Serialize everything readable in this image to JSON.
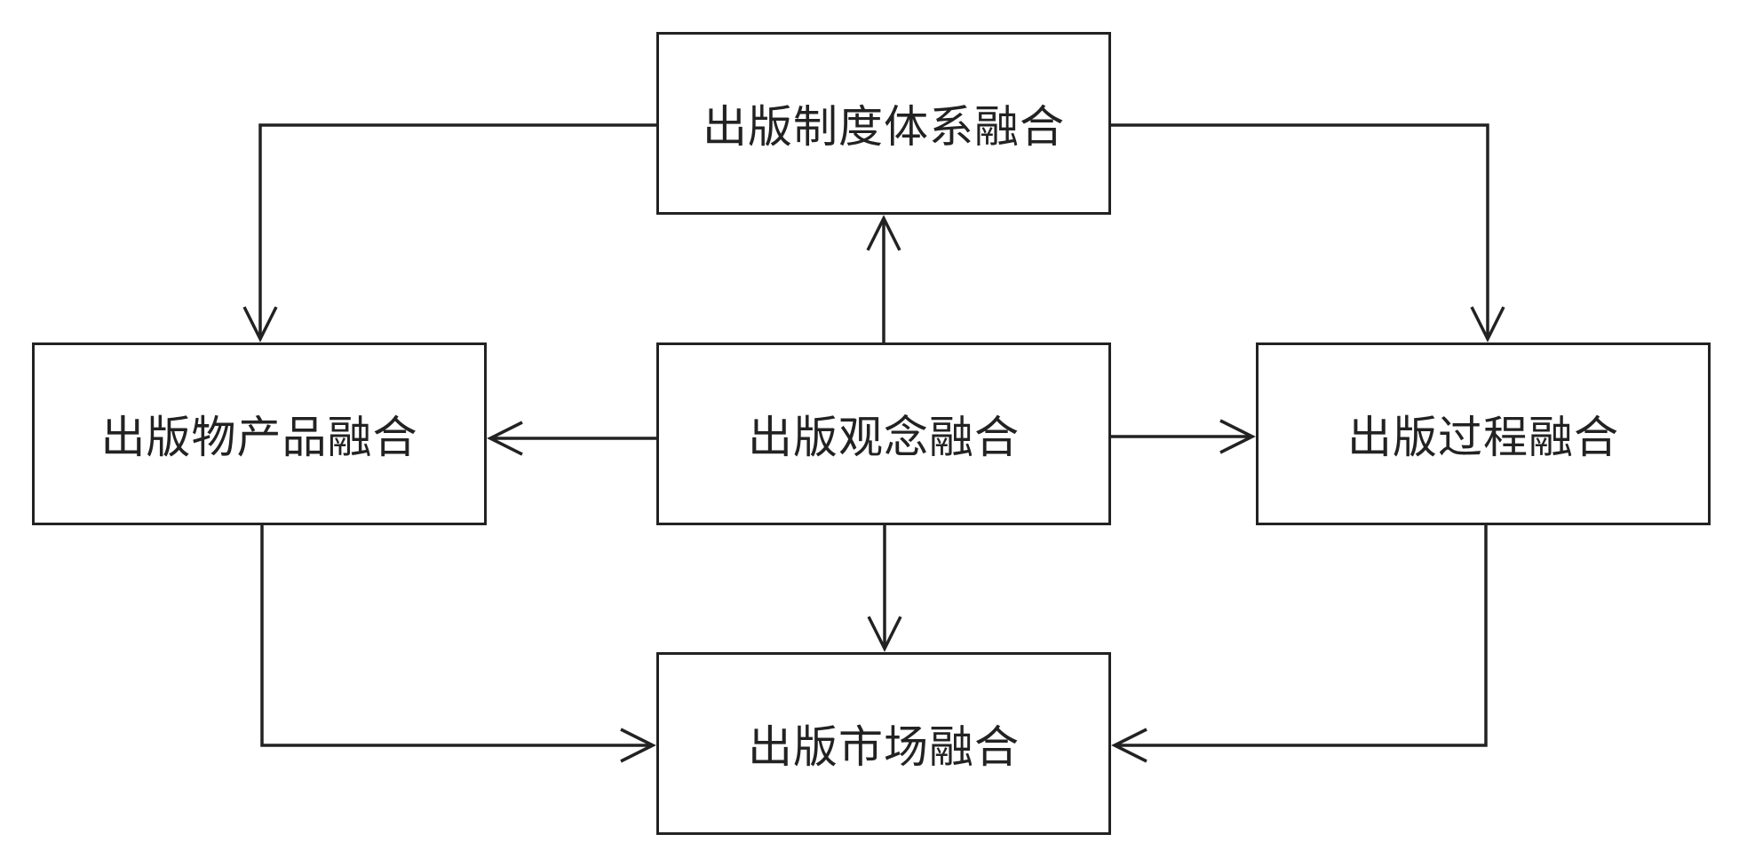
{
  "diagram": {
    "nodes": {
      "system": "出版制度体系融合",
      "product": "出版物产品融合",
      "concept": "出版观念融合",
      "process": "出版过程融合",
      "market": "出版市场融合"
    },
    "edges": [
      {
        "from": "concept",
        "to": "system"
      },
      {
        "from": "concept",
        "to": "product"
      },
      {
        "from": "concept",
        "to": "process"
      },
      {
        "from": "concept",
        "to": "market"
      },
      {
        "from": "system",
        "to": "product"
      },
      {
        "from": "system",
        "to": "process"
      },
      {
        "from": "product",
        "to": "market"
      },
      {
        "from": "process",
        "to": "market"
      }
    ],
    "colors": {
      "stroke": "#222222",
      "background": "#ffffff"
    }
  }
}
